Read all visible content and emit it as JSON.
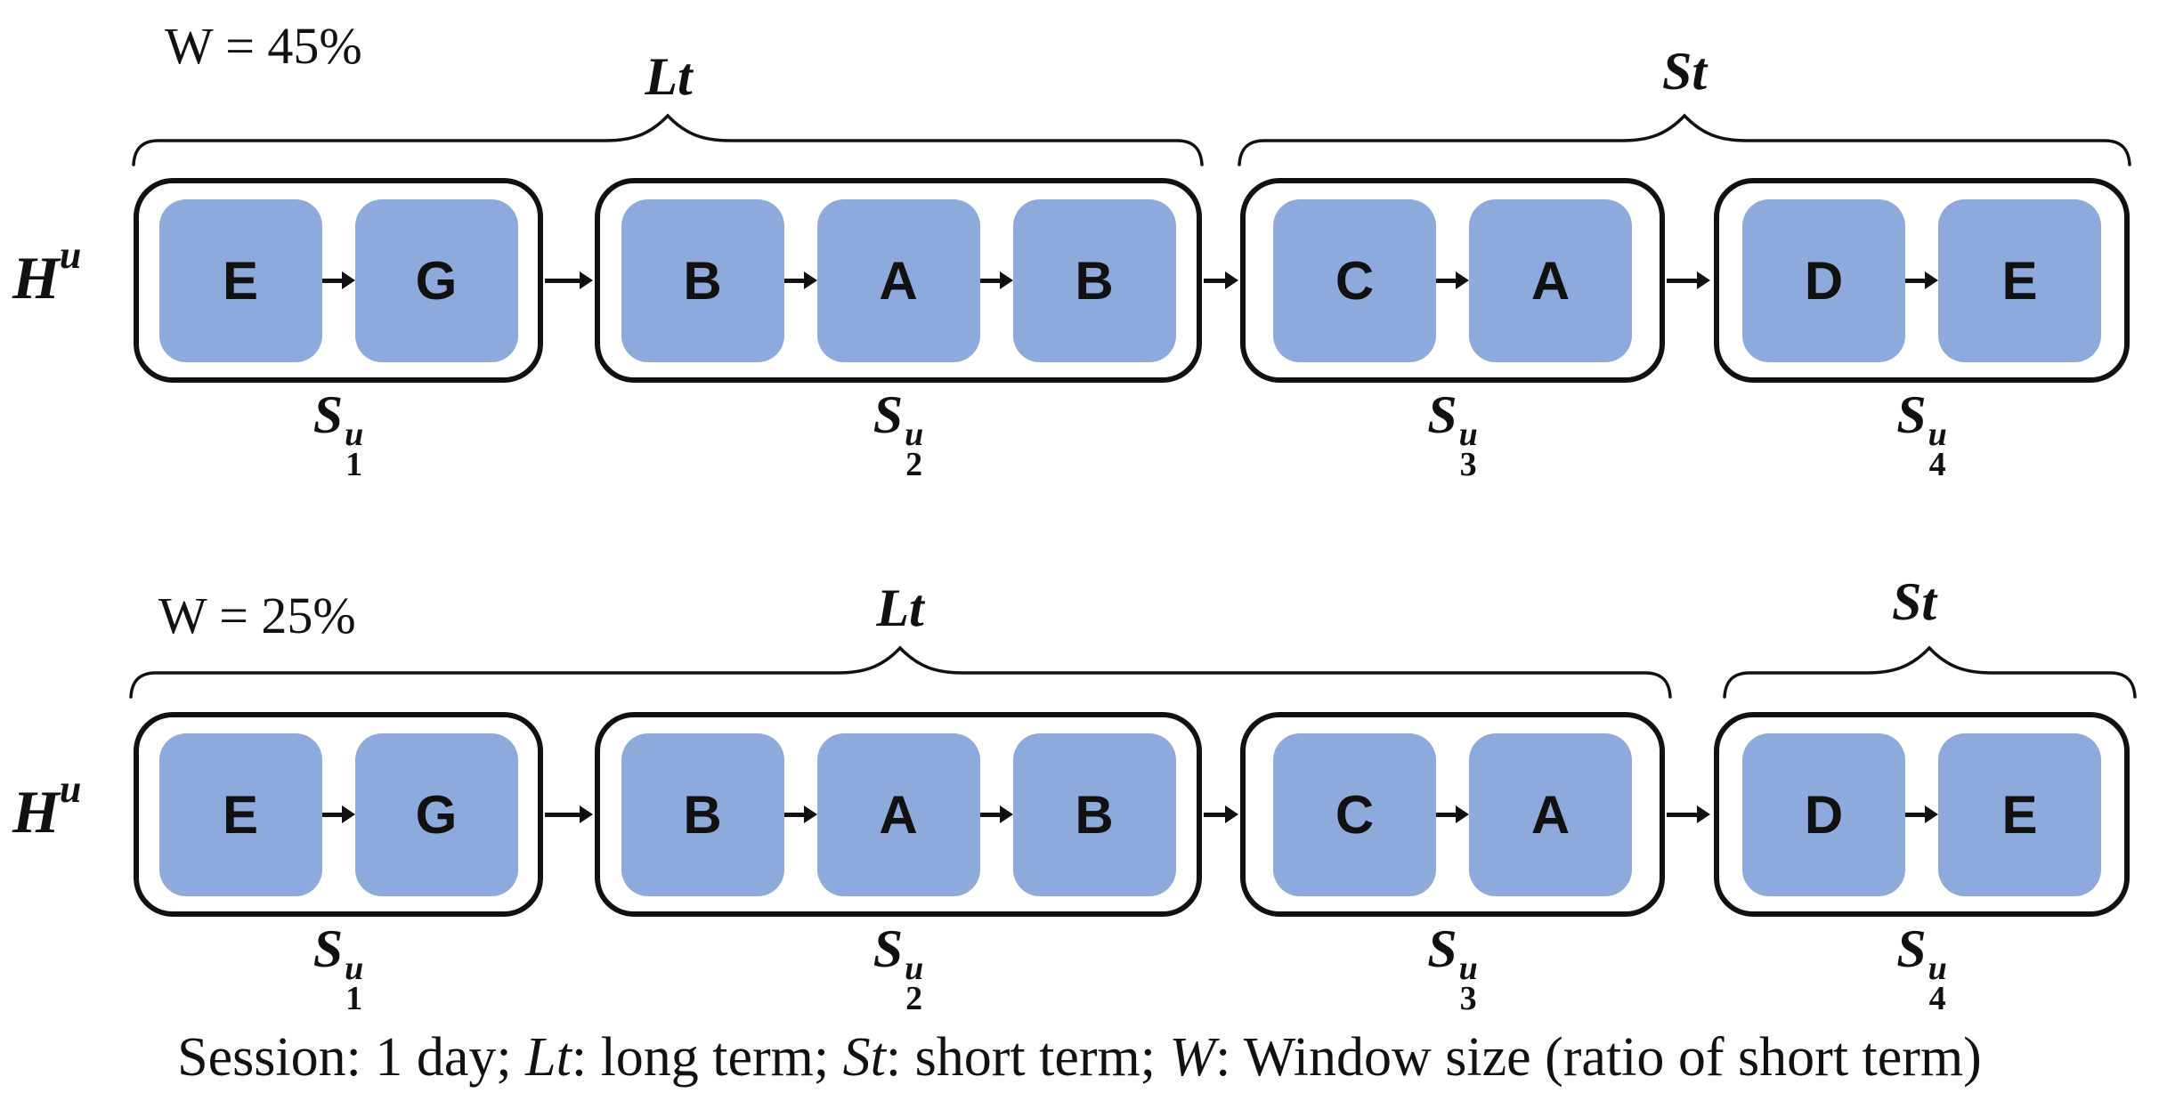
{
  "figure": {
    "colors": {
      "item_fill": "#8EA9DB",
      "stroke": "#111111",
      "background": "#FFFFFF"
    },
    "rows": [
      {
        "window_label": "W = 45%",
        "h_label": {
          "base": "H",
          "sup": "u"
        },
        "long_term_label": "Lt",
        "short_term_label": "St",
        "sessions": [
          {
            "label": {
              "base": "S",
              "sup": "u",
              "sub": "1"
            },
            "items": [
              "E",
              "G"
            ]
          },
          {
            "label": {
              "base": "S",
              "sup": "u",
              "sub": "2"
            },
            "items": [
              "B",
              "A",
              "B"
            ]
          },
          {
            "label": {
              "base": "S",
              "sup": "u",
              "sub": "3"
            },
            "items": [
              "C",
              "A"
            ]
          },
          {
            "label": {
              "base": "S",
              "sup": "u",
              "sub": "4"
            },
            "items": [
              "D",
              "E"
            ]
          }
        ]
      },
      {
        "window_label": "W = 25%",
        "h_label": {
          "base": "H",
          "sup": "u"
        },
        "long_term_label": "Lt",
        "short_term_label": "St",
        "sessions": [
          {
            "label": {
              "base": "S",
              "sup": "u",
              "sub": "1"
            },
            "items": [
              "E",
              "G"
            ]
          },
          {
            "label": {
              "base": "S",
              "sup": "u",
              "sub": "2"
            },
            "items": [
              "B",
              "A",
              "B"
            ]
          },
          {
            "label": {
              "base": "S",
              "sup": "u",
              "sub": "3"
            },
            "items": [
              "C",
              "A"
            ]
          },
          {
            "label": {
              "base": "S",
              "sup": "u",
              "sub": "4"
            },
            "items": [
              "D",
              "E"
            ]
          }
        ]
      }
    ],
    "caption": {
      "segments": [
        {
          "text": "Session: 1 day; "
        },
        {
          "text": "Lt"
        },
        {
          "text": ": long term; "
        },
        {
          "text": "St"
        },
        {
          "text": ": short term; "
        },
        {
          "text": "W"
        },
        {
          "text": ": Window size (ratio of short term)"
        }
      ]
    }
  }
}
